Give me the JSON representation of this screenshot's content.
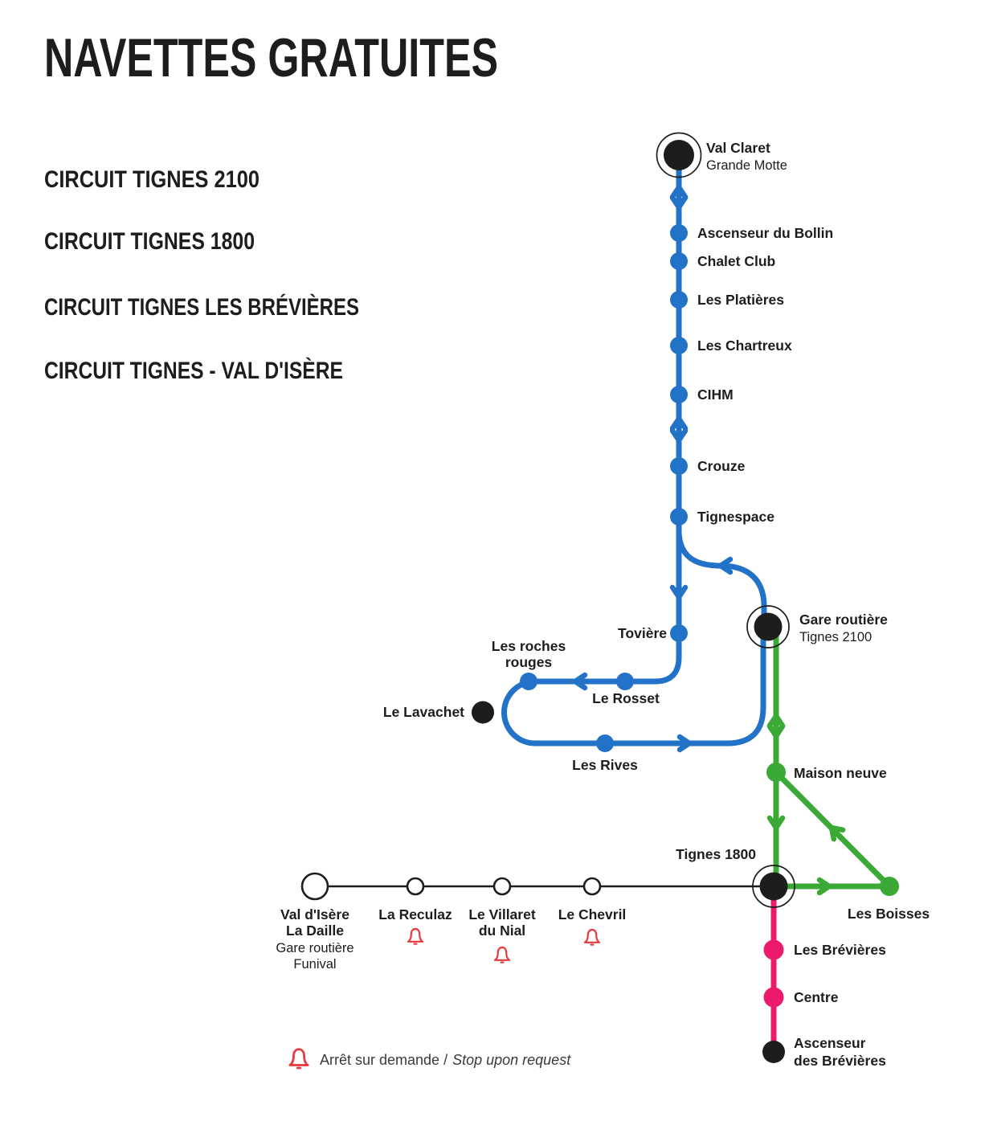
{
  "title": "NAVETTES GRATUITES",
  "legend": {
    "items": [
      {
        "label": "CIRCUIT TIGNES 2100",
        "color": "#2273c8"
      },
      {
        "label": "CIRCUIT TIGNES 1800",
        "color": "#3aa935"
      },
      {
        "label": "CIRCUIT TIGNES LES BRÉVIÈRES",
        "color": "#ec1a6d"
      },
      {
        "label": "CIRCUIT TIGNES - VAL D'ISÈRE",
        "color": "#1d1d1b"
      }
    ]
  },
  "colors": {
    "blue": "#2273c8",
    "green": "#3aa935",
    "pink": "#ec1a6d",
    "black": "#1d1d1b",
    "bell_red": "#e8383f"
  },
  "blue_route": {
    "terminal_name": "Val Claret",
    "terminal_sub": "Grande Motte",
    "stops": [
      "Ascenseur du Bollin",
      "Chalet Club",
      "Les Platières",
      "Les Chartreux",
      "CIHM",
      "Crouze",
      "Tignespace"
    ],
    "toviere": "Tovière",
    "roches_line1": "Les roches",
    "roches_line2": "rouges",
    "rosset": "Le Rosset",
    "lavachet": "Le Lavachet",
    "rives": "Les Rives",
    "gare_name": "Gare routière",
    "gare_sub": "Tignes 2100"
  },
  "green_route": {
    "maison_neuve": "Maison neuve",
    "tignes_1800": "Tignes 1800",
    "les_boisses": "Les Boisses"
  },
  "pink_route": {
    "brevieres": "Les Brévières",
    "centre": "Centre",
    "ascenseur_line1": "Ascenseur",
    "ascenseur_line2": "des Brévières"
  },
  "black_route": {
    "valdisere_line1": "Val d'Isère",
    "valdisere_line2": "La Daille",
    "valdisere_line3": "Gare routière",
    "valdisere_line4": "Funival",
    "reculaz": "La Reculaz",
    "villaret_line1": "Le Villaret",
    "villaret_line2": "du Nial",
    "chevril": "Le Chevril"
  },
  "footer": {
    "request_stop_fr": "Arrêt sur demande /",
    "request_stop_en": "Stop upon request"
  }
}
